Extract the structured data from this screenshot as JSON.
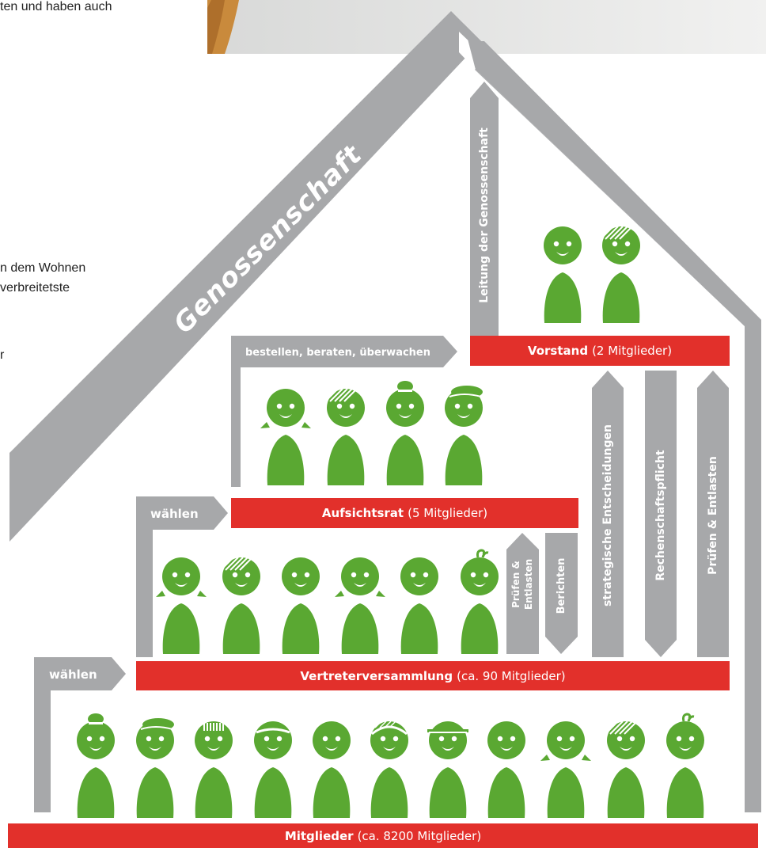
{
  "side_text": {
    "line1": "ten und haben auch",
    "line2": "n dem Wohnen",
    "line3": "verbreitetste",
    "line4": "r"
  },
  "roof_label": "Genossenschaft",
  "levels": {
    "vorstand": {
      "name": "Vorstand",
      "detail": "(2 Mitglieder)"
    },
    "aufsichtsrat": {
      "name": "Aufsichtsrat",
      "detail": "(5 Mitglieder)"
    },
    "vertreter": {
      "name": "Vertreterversammlung",
      "detail": "(ca. 90 Mitglieder)"
    },
    "mitglieder": {
      "name": "Mitglieder",
      "detail": "(ca. 8200 Mitglieder)"
    }
  },
  "arrows": {
    "leitung": "Leitung der Genossenschaft",
    "bestellen": "bestellen, beraten, überwachen",
    "waehlen_top": "wählen",
    "waehlen_bottom": "wählen",
    "pruefen_small_line1": "Prüfen &",
    "pruefen_small_line2": "Entlasten",
    "berichten": "Berichten",
    "strategische": "strategische Entscheidungen",
    "rechenschaft": "Rechenschaftspflicht",
    "pruefen_big": "Prüfen & Entlasten"
  },
  "colors": {
    "red": "#e2302b",
    "gray": "#a7a8aa",
    "green": "#5aa832",
    "white": "#ffffff"
  },
  "figures": {
    "vorstand": [
      "plain",
      "stripes"
    ],
    "aufsichtsrat": [
      "pigtails",
      "stripes",
      "bun",
      "beret"
    ],
    "vertreter": [
      "pigtails",
      "stripes",
      "plain",
      "pigtails",
      "plain",
      "curl"
    ],
    "mitglieder": [
      "bun",
      "beret",
      "comb",
      "cap",
      "plain",
      "headband",
      "hat",
      "plain",
      "pigtails",
      "stripes",
      "curl"
    ]
  }
}
